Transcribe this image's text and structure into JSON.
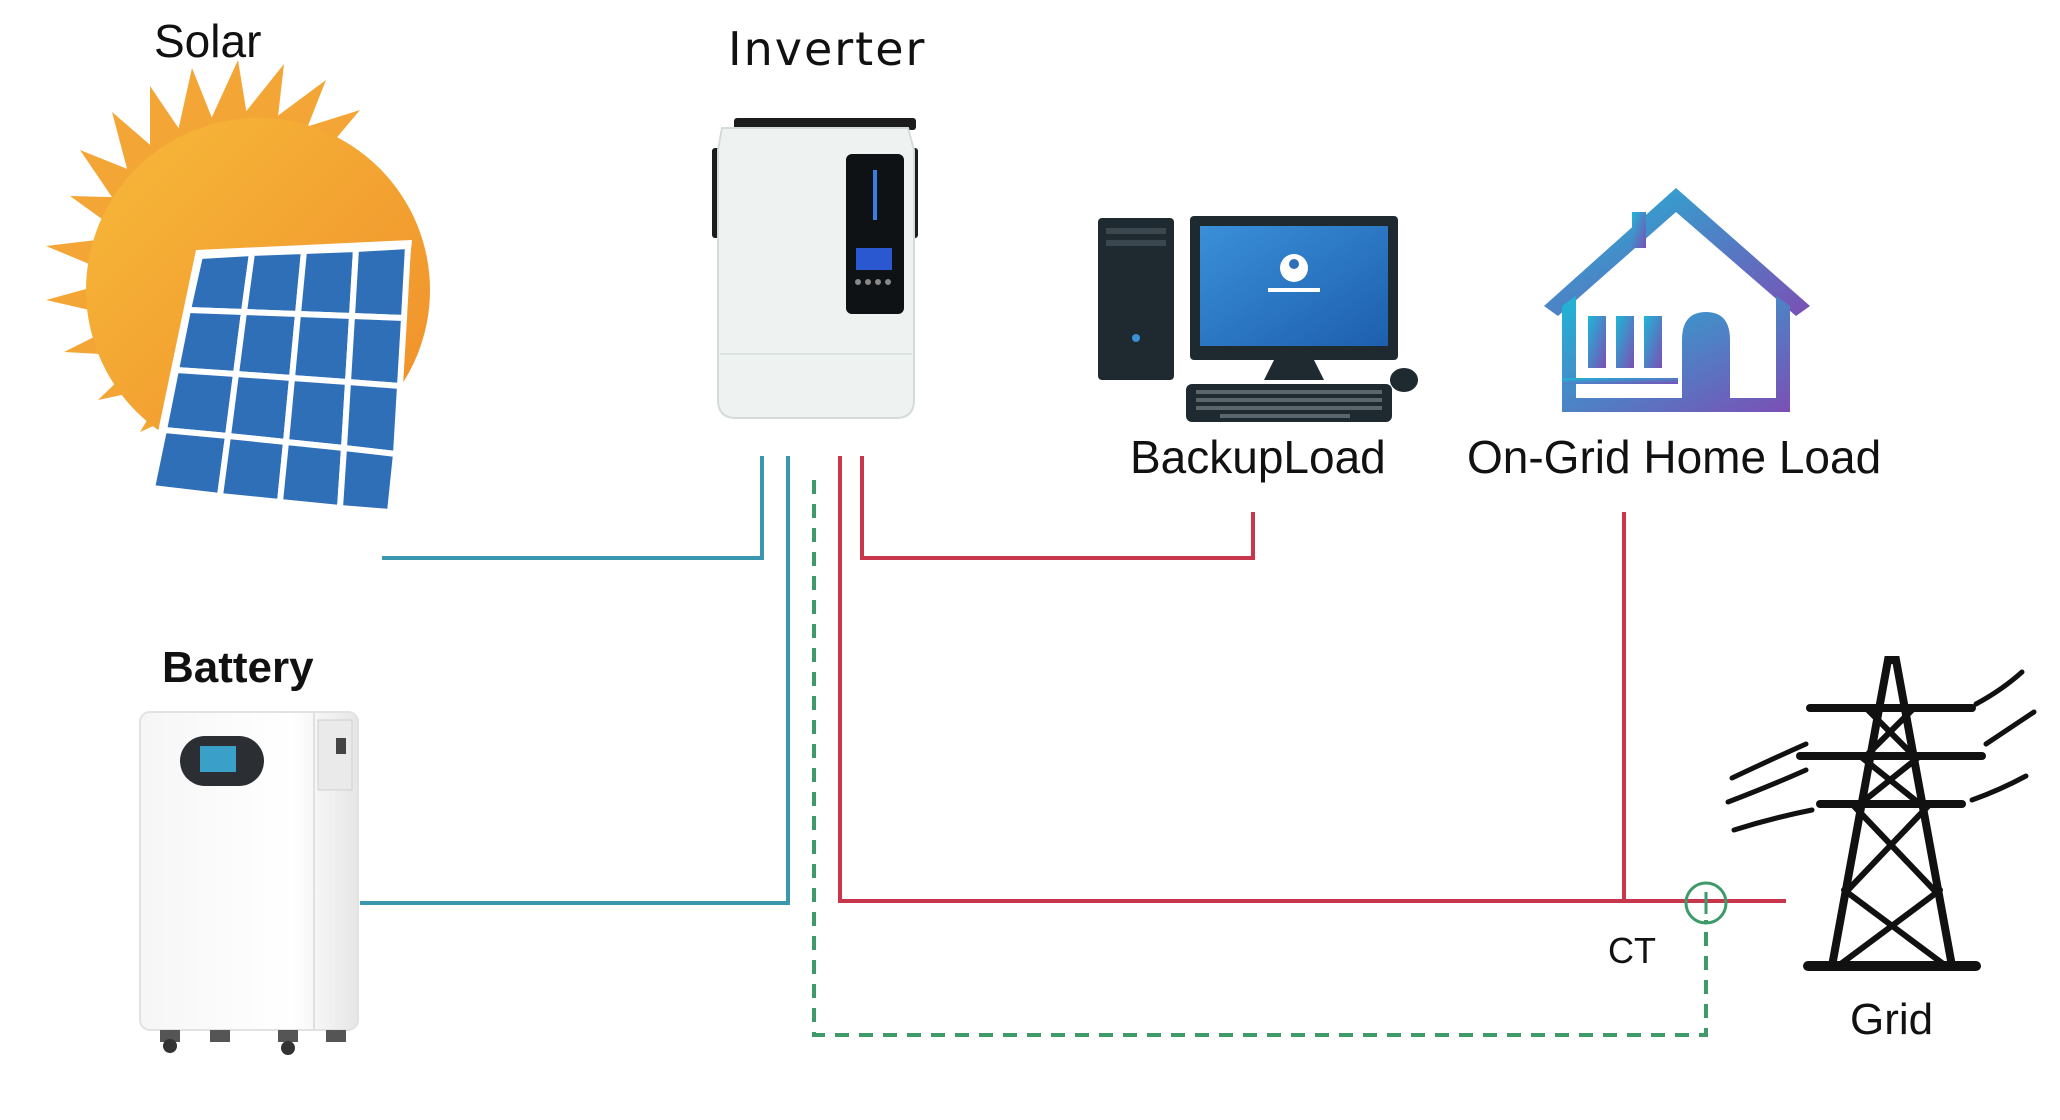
{
  "labels": {
    "solar": "Solar",
    "inverter": "Inverter",
    "backup_load": "BackupLoad",
    "on_grid_home_load": "On-Grid Home Load",
    "battery": "Battery",
    "ct": "CT",
    "grid": "Grid"
  },
  "colors": {
    "dc_line": "#3a97ae",
    "ac_line": "#c8364c",
    "ct_line": "#3f9a6a",
    "panel_blue": "#2f6fb8",
    "sun_orange": "#f2a22f"
  },
  "icons": [
    "sun-icon",
    "solar-panel-icon",
    "inverter-icon",
    "desktop-computer-icon",
    "house-icon",
    "battery-cabinet-icon",
    "transmission-tower-icon",
    "ct-clamp-icon"
  ]
}
